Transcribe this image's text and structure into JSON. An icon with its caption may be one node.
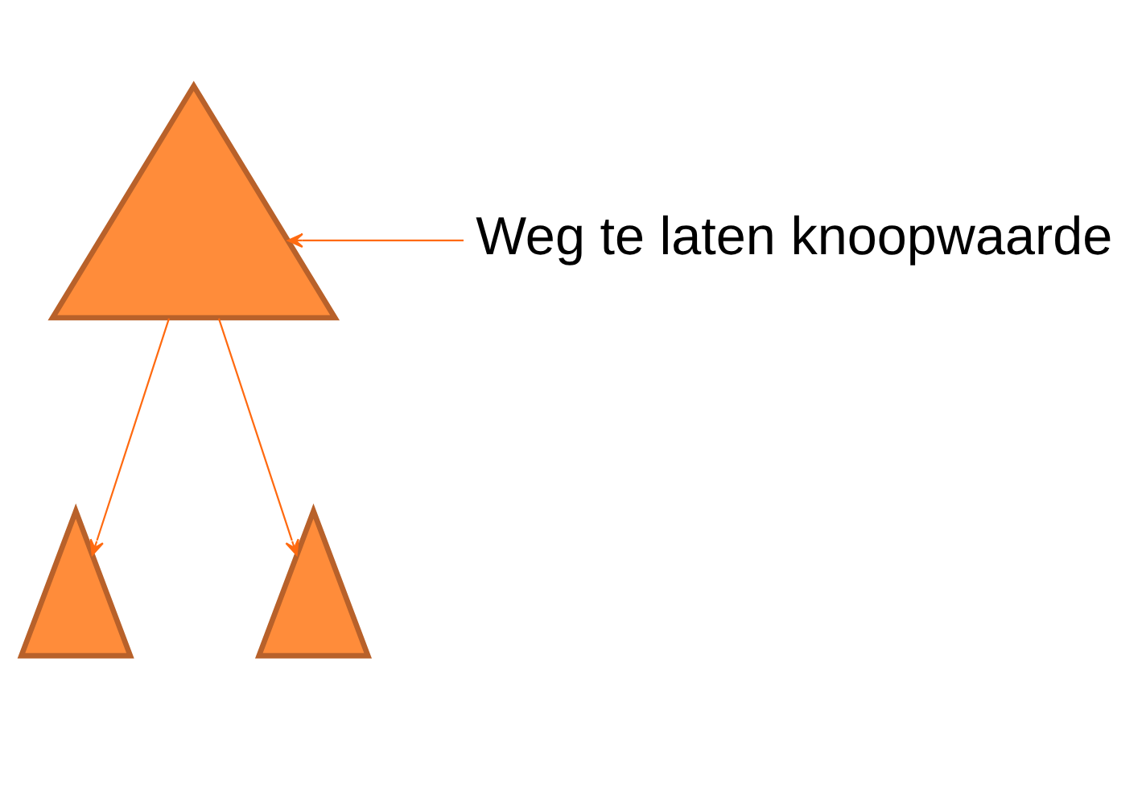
{
  "diagram": {
    "nodes": [
      {
        "text": [],
        "shape": "triangle"
      },
      {
        "text": [
          "Weg te laten knoopwaarde"
        ]
      },
      {
        "text": [],
        "shape": "triangle"
      },
      {
        "text": [],
        "shape": "triangle"
      }
    ],
    "edges": [
      {
        "from": 1,
        "to": 0,
        "arrow": "to"
      },
      {
        "from": 0,
        "to": 2,
        "arrow": "to"
      },
      {
        "from": 0,
        "to": 3,
        "arrow": "to"
      }
    ]
  }
}
